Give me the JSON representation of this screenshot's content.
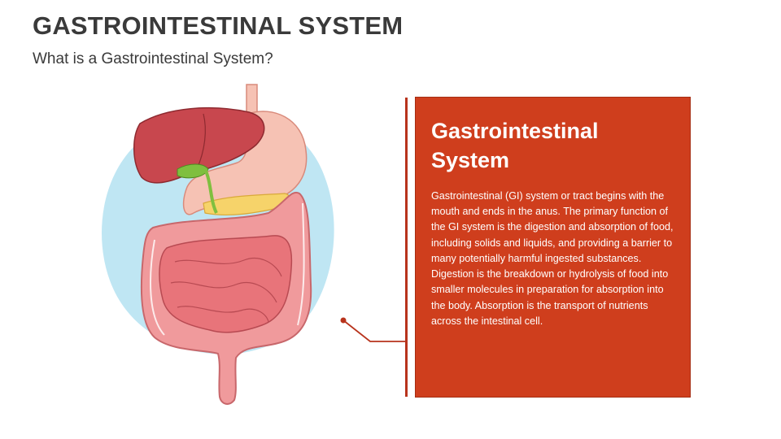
{
  "slide": {
    "title": "GASTROINTESTINAL SYSTEM",
    "subtitle": "What is a Gastrointestinal System?"
  },
  "card": {
    "heading_line1": "Gastrointestinal",
    "heading_line2": "System",
    "body": "Gastrointestinal (GI) system or tract begins with the mouth and ends in the anus. The primary function of the GI system is the digestion and absorption of food, including solids and liquids, and providing a barrier to many potentially harmful ingested substances. Digestion is the breakdown or hydrolysis of food into smaller molecules in preparation for absorption into the body. Absorption is the transport of nutrients across the intestinal cell."
  },
  "colors": {
    "accent": "#cf3e1d",
    "title_text": "#3a3a3a",
    "backdrop_blue": "#bfe6f3",
    "liver": "#c8474e",
    "stomach": "#f6c2b4",
    "intestine": "#e8747a",
    "colon": "#f09a9c",
    "gallbladder": "#7fbf3f",
    "pancreas": "#f6d36a"
  },
  "illustration": {
    "icon": "digestive-system-illustration"
  }
}
